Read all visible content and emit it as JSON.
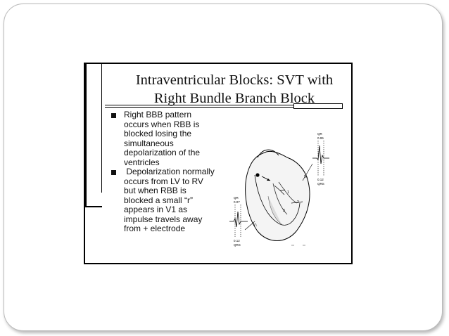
{
  "slide": {
    "title_lines": [
      "Intraventricular Blocks: SVT with",
      "Right Bundle Branch Block"
    ],
    "bullets": [
      {
        "lines": [
          "Right BBB pattern",
          "occurs when RBB is",
          "blocked losing the",
          "simultaneous",
          "depolarization of the",
          "ventricles"
        ]
      },
      {
        "lines": [
          " Depolarization normally",
          "occurs from LV to RV",
          "but when RBB is",
          "blocked a small “r”",
          "appears in V1 as",
          "impulse travels away",
          "from + electrode"
        ]
      }
    ]
  },
  "diagram": {
    "labels": {
      "qr_top": "QR",
      "qr_top_val": "0.06",
      "qrs_top_val": "0.12",
      "qrs_top": "QRS",
      "v6": "V₆",
      "qr_left": "QR",
      "qr_left_val": "0.07",
      "v1": "V₁",
      "qrs_left_val": "0.12",
      "qrs_left": "QRS",
      "num_1": "1",
      "num_2": "2",
      "num_3": "3"
    }
  }
}
